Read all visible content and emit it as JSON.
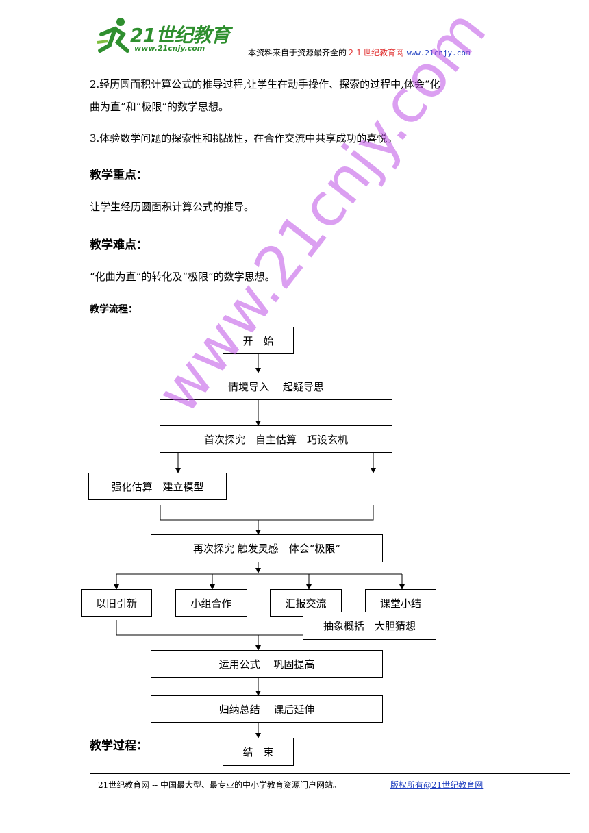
{
  "header": {
    "logo_text": "21世纪教育",
    "logo_url": "www.21cnjy.com",
    "note_prefix": "本资料来自于资源最齐全的",
    "note_site": "２１世纪教育网",
    "note_url": "www.21cnjy.com"
  },
  "body": {
    "goal2_line1": "2.经历圆面积计算公式的推导过程,让学生在动手操作、探索的过程中,体会“化",
    "goal2_line2": "曲为直”和“极限”的数学思想。",
    "goal3": "3.体验数学问题的探索性和挑战性，在合作交流中共享成功的喜悦。",
    "key_heading": "教学重点：",
    "key_text": "让学生经历圆面积计算公式的推导。",
    "difficult_heading": "教学难点：",
    "difficult_text": "“化曲为直”的转化及“极限”的数学思想。",
    "flow_heading": "教学流程：",
    "process_heading": "教学过程："
  },
  "flow": {
    "start": "开　始",
    "step1": "情境导入　 起疑导思",
    "step2": "首次探究　自主估算　巧设玄机",
    "step3": "强化估算　建立模型",
    "step4": "再次探究 触发灵感　体会“极限”",
    "branch1": "以旧引新",
    "branch2": "小组合作",
    "branch3": "汇报交流",
    "branch4": "课堂小结",
    "step5": "抽象概括　大胆猜想",
    "step6": "运用公式　 巩固提高",
    "step7": "归纳总结　 课后延伸",
    "end": "结　束"
  },
  "watermark": "www.21cnjy.com",
  "footer": {
    "text": "21世纪教育网 -- 中国最大型、最专业的中小学教育资源门户网站。",
    "copyright": "版权所有@21世纪教育网"
  }
}
